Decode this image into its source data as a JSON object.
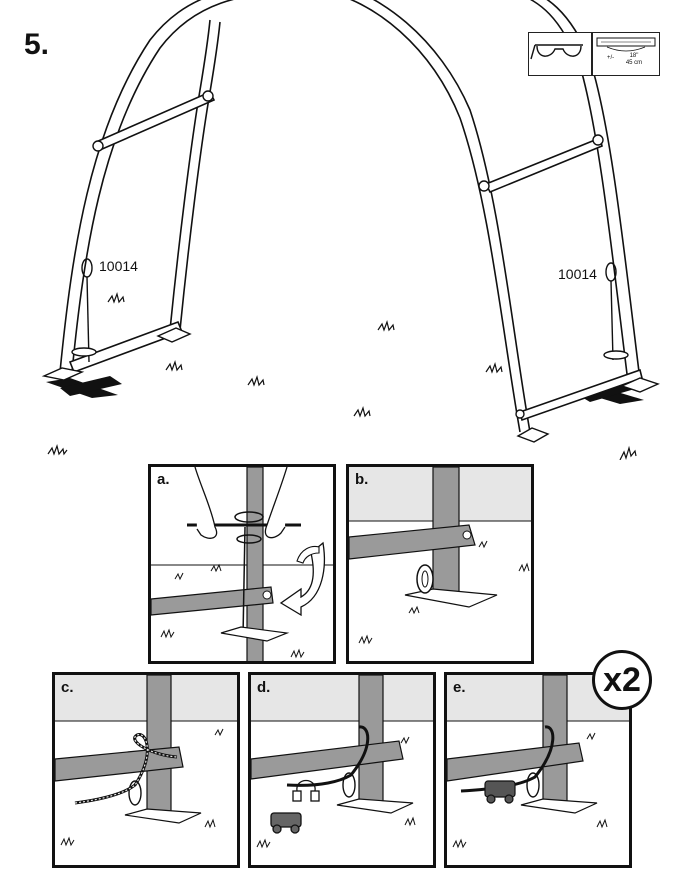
{
  "step": {
    "number": "5."
  },
  "parts": {
    "left_anchor_label": "10014",
    "right_anchor_label": "10014"
  },
  "measurement": {
    "text": "+/- 18\" 45 cm",
    "line1": "18\"",
    "line2": "45 cm",
    "prefix": "+/-"
  },
  "panels": [
    {
      "id": "a",
      "label": "a."
    },
    {
      "id": "b",
      "label": "b."
    },
    {
      "id": "c",
      "label": "c."
    },
    {
      "id": "d",
      "label": "d."
    },
    {
      "id": "e",
      "label": "e."
    }
  ],
  "badge": {
    "text": "x2"
  },
  "icons": [
    "safety-glasses-icon",
    "measuring-tape-icon",
    "rotate-arrow-icon",
    "turn-arrow-icon",
    "x-mark-icon",
    "grass-tuft-icon"
  ]
}
